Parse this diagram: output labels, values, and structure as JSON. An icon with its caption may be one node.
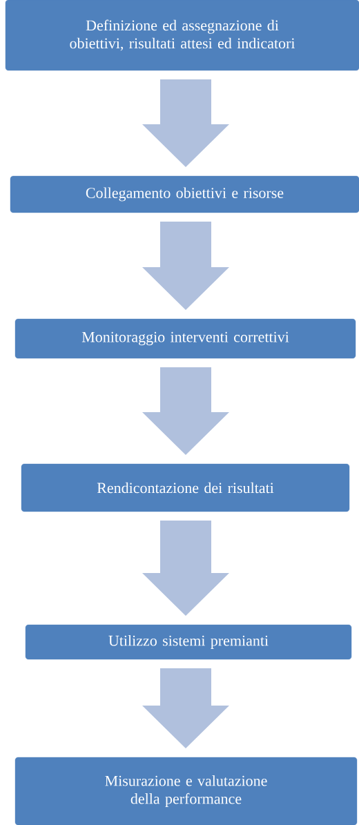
{
  "diagram": {
    "nodes": [
      {
        "text": [
          "Definizione ed assegnazione di obiettivi, risultati attesi ed indicatori"
        ]
      },
      {
        "text": [
          "Collegamento obiettivi e risorse"
        ]
      },
      {
        "text": [
          "Monitoraggio interventi correttivi"
        ]
      },
      {
        "text": [
          "Rendicontazione dei risultati"
        ]
      },
      {
        "text": [
          "Utilizzo sistemi premianti"
        ]
      },
      {
        "text": [
          "Misurazione e valutazione della performance"
        ]
      }
    ],
    "edges": [
      {
        "from": 0,
        "to": 1,
        "arrow": "to"
      },
      {
        "from": 1,
        "to": 2,
        "arrow": "to"
      },
      {
        "from": 2,
        "to": 3,
        "arrow": "to"
      },
      {
        "from": 3,
        "to": 4,
        "arrow": "to"
      },
      {
        "from": 4,
        "to": 5,
        "arrow": "to"
      }
    ]
  }
}
